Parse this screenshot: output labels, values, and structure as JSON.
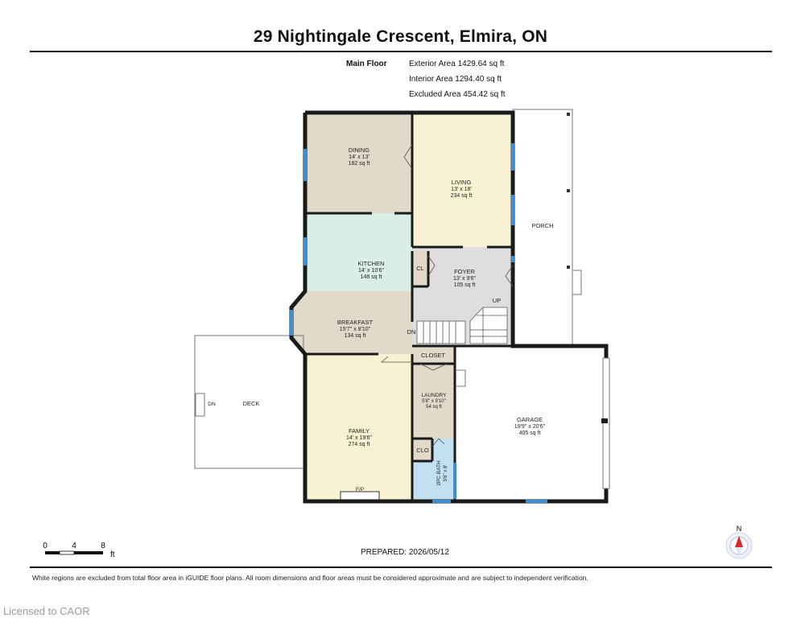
{
  "header": {
    "title": "29 Nightingale Crescent, Elmira, ON"
  },
  "areas": {
    "floor_label": "Main Floor",
    "exterior": "Exterior Area 1429.64 sq ft",
    "interior": "Interior Area 1294.40 sq ft",
    "excluded": "Excluded Area 454.42 sq ft"
  },
  "rooms": {
    "dining": {
      "name": "DINING",
      "dim": "14' x 13'",
      "area": "182 sq ft"
    },
    "living": {
      "name": "LIVING",
      "dim": "13' x 18'",
      "area": "234 sq ft"
    },
    "porch": {
      "name": "PORCH"
    },
    "kitchen": {
      "name": "KITCHEN",
      "dim": "14' x 10'6\"",
      "area": "148 sq ft"
    },
    "foyer": {
      "name": "FOYER",
      "dim": "13' x 9'6\"",
      "area": "105 sq ft"
    },
    "cl": {
      "name": "CL"
    },
    "up": {
      "name": "UP"
    },
    "dn_stairs": {
      "name": "DN"
    },
    "breakfast": {
      "name": "BREAKFAST",
      "dim": "15'7\" x 8'10\"",
      "area": "134 sq ft"
    },
    "closet": {
      "name": "CLOSET"
    },
    "laundry": {
      "name": "LAUNDRY",
      "dim": "5'8\" x 9'10\"",
      "area": "54 sq ft"
    },
    "garage": {
      "name": "GARAGE",
      "dim": "19'9\" x 20'6\"",
      "area": "405 sq ft"
    },
    "family": {
      "name": "FAMILY",
      "dim": "14' x 19'6\"",
      "area": "274 sq ft"
    },
    "fp": {
      "name": "F/P"
    },
    "clo": {
      "name": "CLO"
    },
    "bath": {
      "name": "2PC BATH",
      "dim": "5'6\" x 8'"
    },
    "deck": {
      "name": "DECK"
    },
    "deck_dn": {
      "name": "DN"
    }
  },
  "scale_bar": {
    "t0": "0",
    "t4": "4",
    "t8": "8",
    "unit": "ft"
  },
  "compass": {
    "label": "N"
  },
  "footer": {
    "prepared": "PREPARED: 2026/05/12",
    "disclaimer": "White regions are excluded from total floor area in iGUIDE floor plans. All room dimensions and floor areas must be considered approximate and are subject to independent verification.",
    "licensed": "Licensed to CAOR"
  },
  "colors": {
    "dining": "#e3d9c8",
    "living": "#f8f1d2",
    "kitchen": "#d9efe6",
    "foyer": "#dedede",
    "breakfast": "#e3d9c8",
    "family": "#f8f1d2",
    "laundry": "#e3d9c8",
    "bath": "#c3e0f3",
    "wall": "#1a1a1a",
    "window": "#3b8fd6"
  }
}
